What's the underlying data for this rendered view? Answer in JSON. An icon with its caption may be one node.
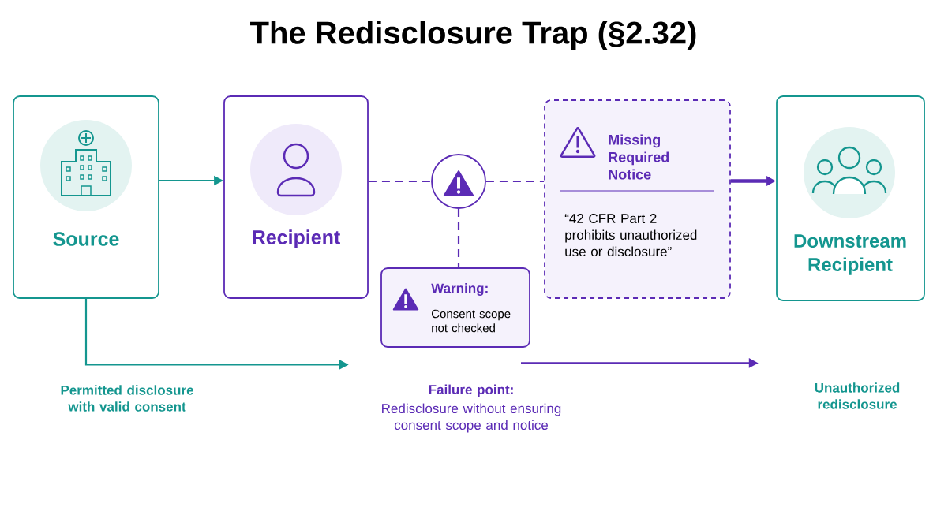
{
  "diagram": {
    "title": "The Redisclosure Trap (§2.32)",
    "nodes": [
      {
        "text": [
          "Source"
        ]
      },
      {
        "text": [
          "Recipient"
        ]
      },
      {
        "text": [],
        "shape": "circle"
      },
      {
        "text": [
          "Warning:",
          "Consent scope not checked"
        ]
      },
      {
        "text": [
          "Missing Required Notice",
          "“42 CFR Part 2 prohibits unauthorized use or disclosure”"
        ]
      },
      {
        "text": [
          "Downstream Recipient"
        ]
      },
      {
        "text": [
          "Failure point:",
          "Redisclosure without ensuring consent scope and notice"
        ]
      },
      {
        "text": [
          "Unauthorized redisclosure"
        ]
      }
    ],
    "edges": [
      {
        "from": 0,
        "to": 1,
        "arrow": "to",
        "color": "#14968f"
      },
      {
        "from": 1,
        "to": 2,
        "arrow": "none",
        "style": "dashed"
      },
      {
        "from": 2,
        "to": 4,
        "arrow": "none",
        "style": "dashed"
      },
      {
        "from": 2,
        "to": 3,
        "arrow": "none",
        "style": "dashed"
      },
      {
        "from": 4,
        "to": 5,
        "arrow": "to",
        "style": "thick"
      },
      {
        "from": 0,
        "to": 6,
        "arrow": "to",
        "color": "#14968f"
      },
      {
        "from": 6,
        "to": 7,
        "arrow": "to"
      }
    ],
    "labels": [
      "Permitted disclosure with valid consent"
    ]
  }
}
